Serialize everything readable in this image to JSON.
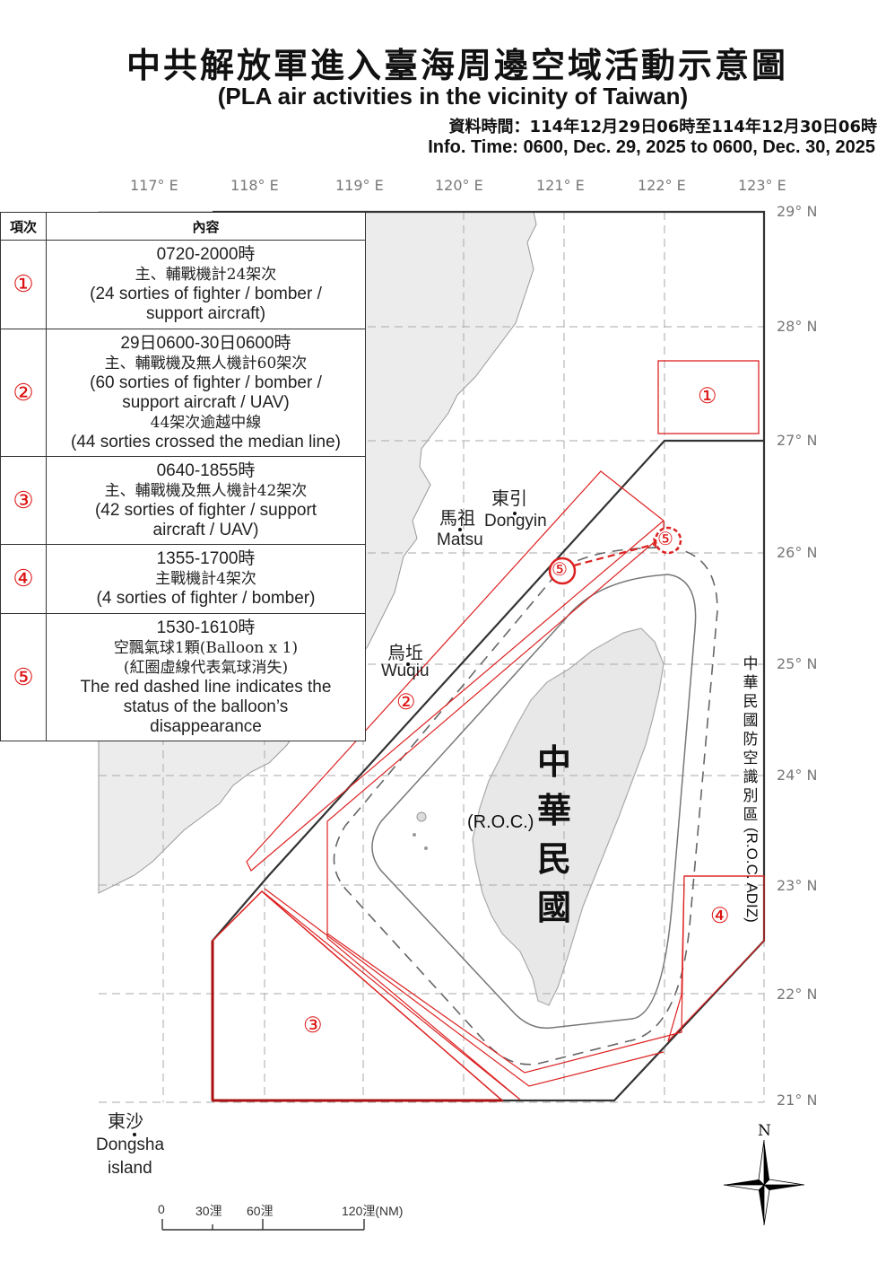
{
  "header": {
    "title_zh": "中共解放軍進入臺海周邊空域活動示意圖",
    "title_en": "(PLA air activities in the vicinity of Taiwan)",
    "info_time_zh": "資料時間：114年12月29日06時至114年12月30日06時",
    "info_time_en": "Info. Time: 0600, Dec. 29, 2025 to 0600, Dec. 30, 2025"
  },
  "axes": {
    "longitudes": [
      "117° E",
      "118° E",
      "119° E",
      "120° E",
      "121° E",
      "122° E",
      "123° E"
    ],
    "latitudes": [
      "29° N",
      "28° N",
      "27° N",
      "26° N",
      "25° N",
      "24° N",
      "23° N",
      "22° N",
      "21° N"
    ]
  },
  "legend": {
    "col_item": "項次",
    "col_content": "內容",
    "rows": [
      {
        "num": "①",
        "lines": [
          "0720-2000時",
          "主、輔戰機計24架次",
          "(24 sorties of fighter / bomber /",
          "support aircraft)"
        ]
      },
      {
        "num": "②",
        "lines": [
          "29日0600-30日0600時",
          "主、輔戰機及無人機計60架次",
          "(60 sorties of fighter / bomber /",
          "support aircraft / UAV)",
          "44架次逾越中線",
          "(44 sorties crossed the median line)"
        ]
      },
      {
        "num": "③",
        "lines": [
          "0640-1855時",
          "主、輔戰機及無人機計42架次",
          "(42 sorties of fighter / support",
          "aircraft /  UAV)"
        ]
      },
      {
        "num": "④",
        "lines": [
          "1355-1700時",
          "主戰機計4架次",
          "(4 sorties of fighter / bomber)"
        ]
      },
      {
        "num": "⑤",
        "lines": [
          "1530-1610時",
          "空飄氣球1顆(Balloon x 1)",
          "(紅圈虛線代表氣球消失)",
          "The red dashed line indicates the",
          "status of the balloon’s",
          "disappearance"
        ]
      }
    ]
  },
  "places": {
    "dongyin_zh": "東引",
    "dongyin_en": "Dongyin",
    "matsu_zh": "馬祖",
    "matsu_en": "Matsu",
    "wuqiu_zh": "烏坵",
    "wuqiu_en": "Wuqiu",
    "dongsha_zh": "東沙",
    "dongsha_en": "Dongsha",
    "dongsha_en2": "island",
    "roc_zh_1": "中",
    "roc_zh_2": "華",
    "roc_zh_3": "民",
    "roc_zh_4": "國",
    "roc_en": "(R.O.C.)"
  },
  "adiz": {
    "label_zh": [
      "中",
      "華",
      "民",
      "國",
      "防",
      "空",
      "識",
      "別",
      "區"
    ],
    "label_en": "(R.O.C. ADIZ)"
  },
  "zone_marks": {
    "z1": "①",
    "z2": "②",
    "z3": "③",
    "z4": "④",
    "z5a": "⑤",
    "z5b": "⑤"
  },
  "scale": {
    "s0": "0",
    "s30": "30浬",
    "s60": "60浬",
    "s120": "120浬(NM)"
  },
  "compass": {
    "north": "N"
  },
  "colors": {
    "activity_red": "#dd2222",
    "adiz_line": "#333333",
    "land": "#ececec"
  }
}
